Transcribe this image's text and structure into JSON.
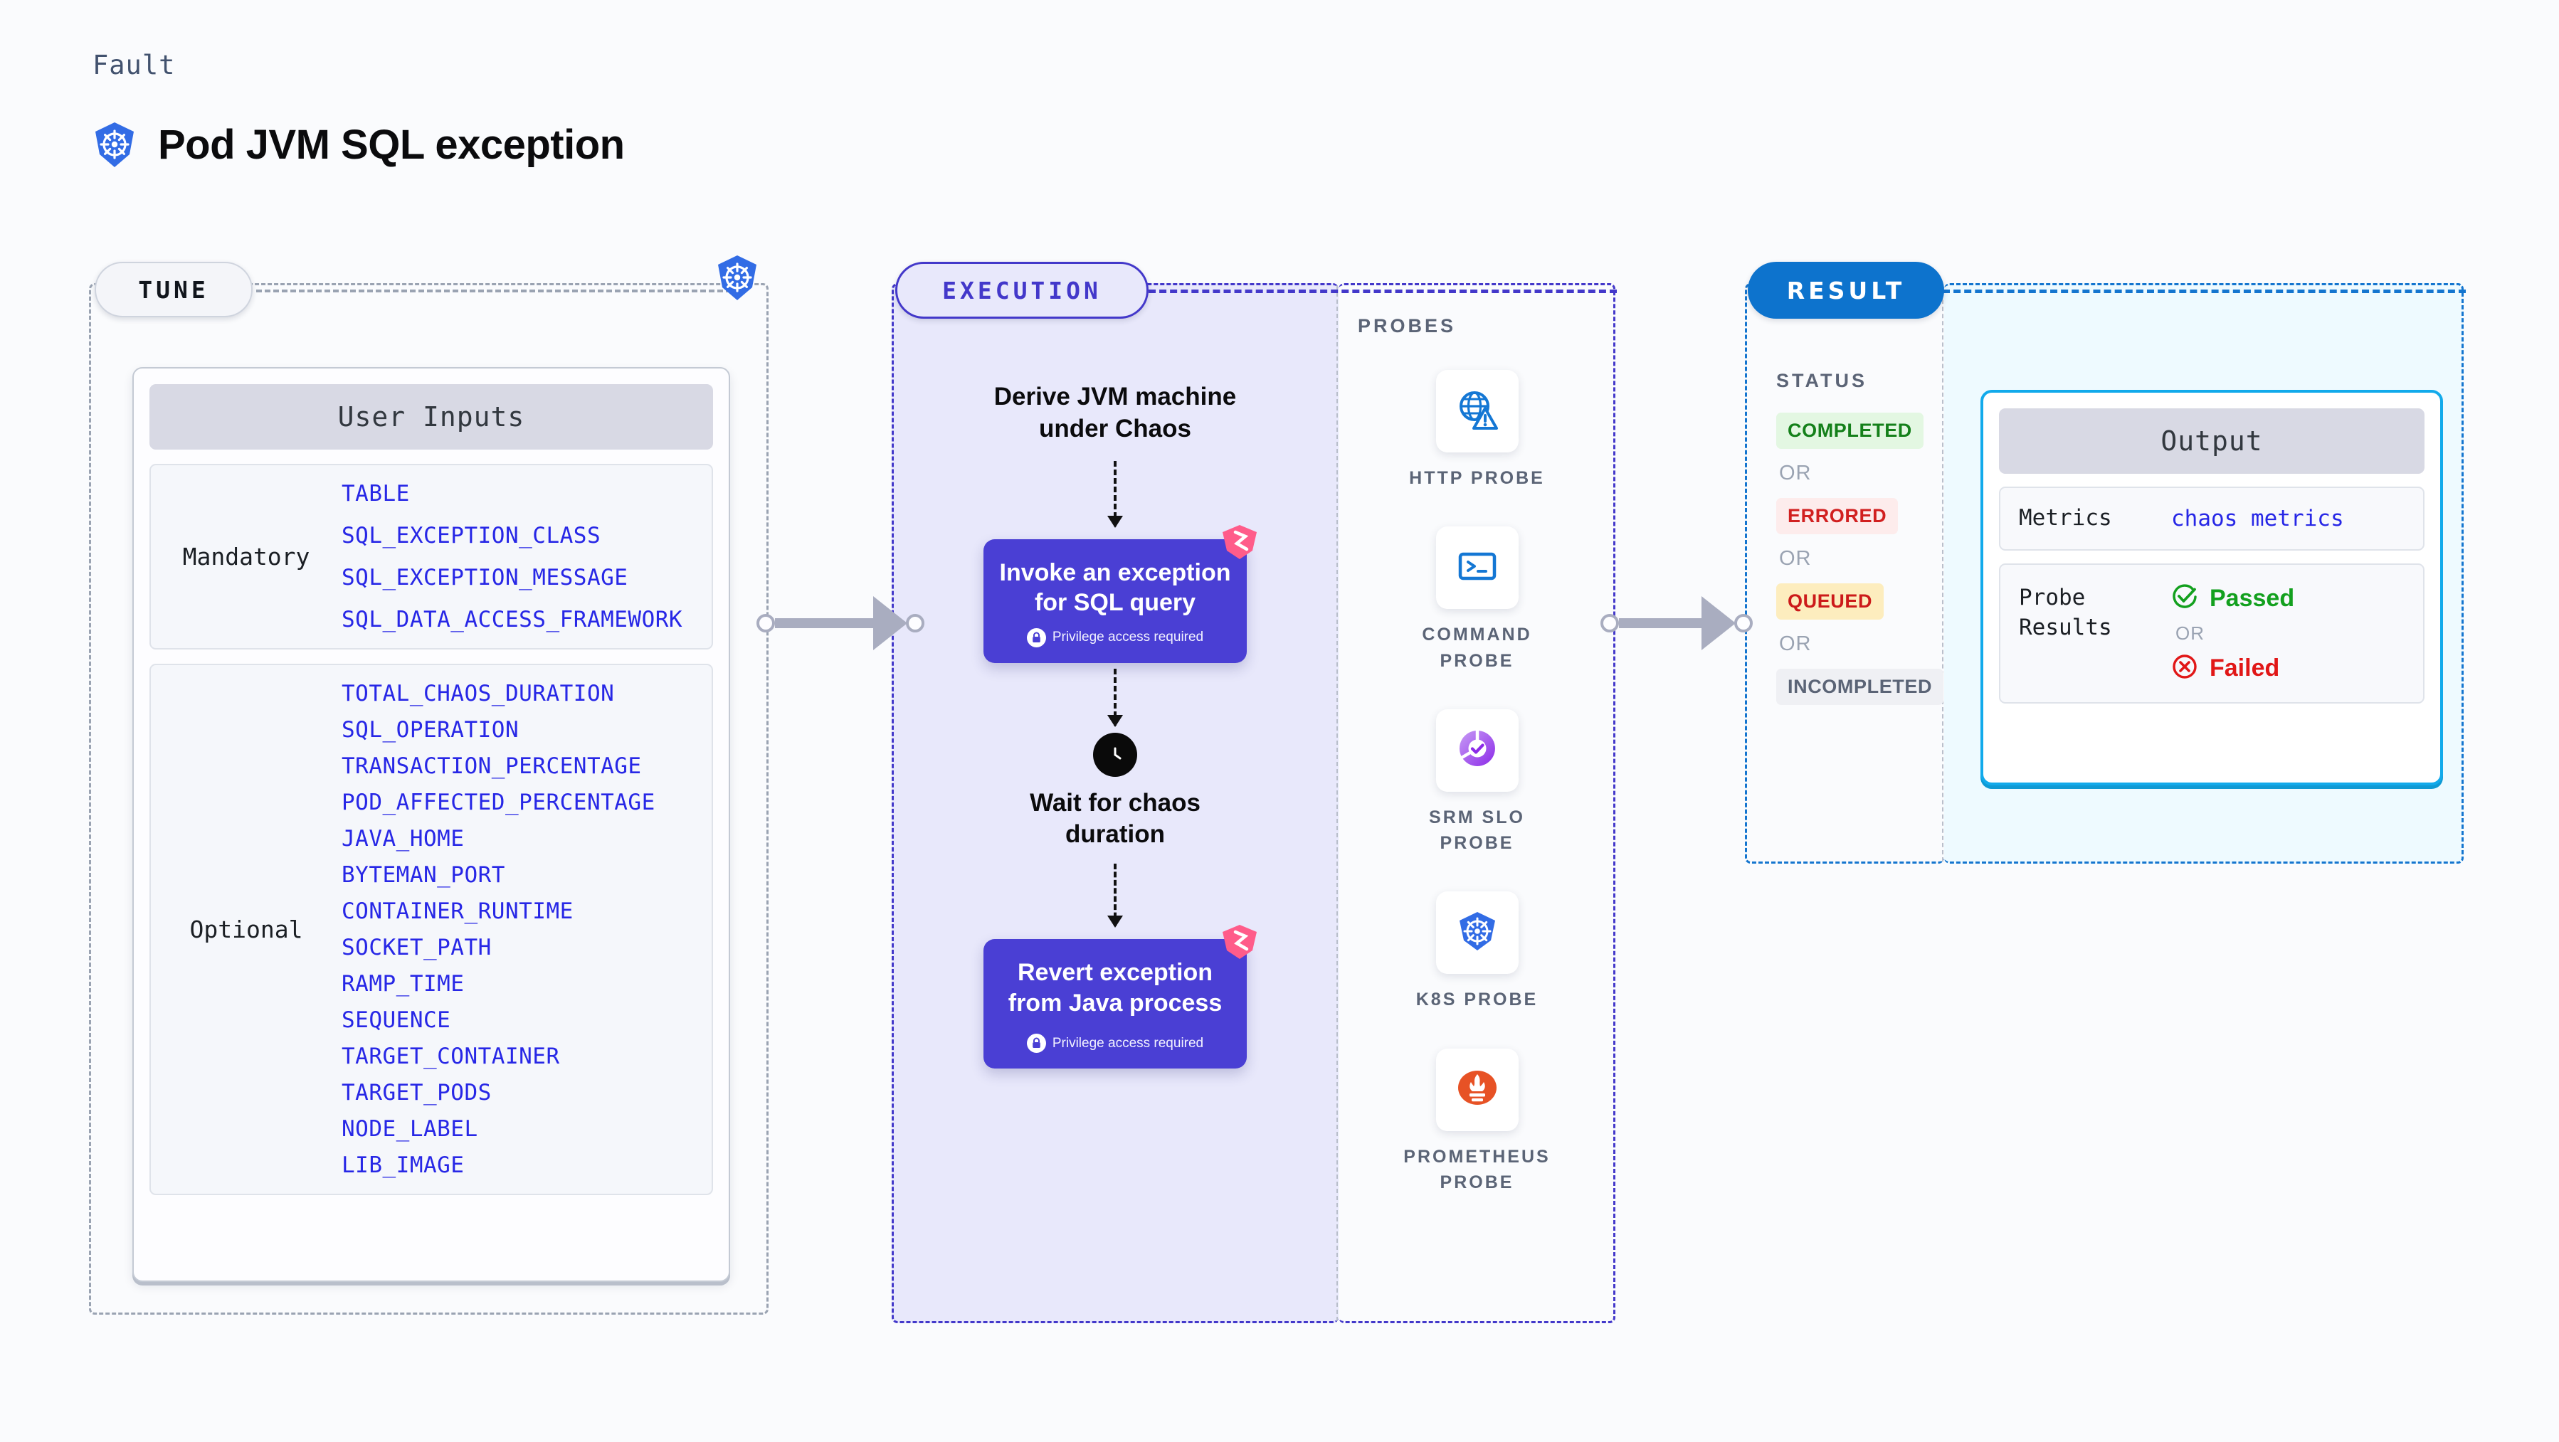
{
  "header": {
    "kicker": "Fault",
    "title": "Pod JVM SQL exception",
    "logo_icon": "kubernetes-icon"
  },
  "tune": {
    "pill_label": "TUNE",
    "card_header": "User Inputs",
    "groups": [
      {
        "label": "Mandatory",
        "params": [
          "TABLE",
          "SQL_EXCEPTION_CLASS",
          "SQL_EXCEPTION_MESSAGE",
          "SQL_DATA_ACCESS_FRAMEWORK"
        ]
      },
      {
        "label": "Optional",
        "params": [
          "TOTAL_CHAOS_DURATION",
          "SQL_OPERATION",
          "TRANSACTION_PERCENTAGE",
          "POD_AFFECTED_PERCENTAGE",
          "JAVA_HOME",
          "BYTEMAN_PORT",
          "CONTAINER_RUNTIME",
          "SOCKET_PATH",
          "RAMP_TIME",
          "SEQUENCE",
          "TARGET_CONTAINER",
          "TARGET_PODS",
          "NODE_LABEL",
          "LIB_IMAGE"
        ]
      }
    ]
  },
  "execution": {
    "pill_label": "EXECUTION",
    "step_derive": "Derive JVM machine\nunder Chaos",
    "card_invoke": {
      "title": "Invoke an exception\nfor SQL query",
      "privilege_note": "Privilege access required"
    },
    "wait_label": "Wait for chaos\nduration",
    "card_revert": {
      "title": "Revert exception\nfrom Java process",
      "privilege_note": "Privilege access required"
    }
  },
  "probes": {
    "title": "PROBES",
    "items": [
      {
        "name": "HTTP  PROBE",
        "icon": "http-probe-icon"
      },
      {
        "name": "COMMAND\nPROBE",
        "icon": "command-probe-icon"
      },
      {
        "name": "SRM  SLO\nPROBE",
        "icon": "srm-slo-probe-icon"
      },
      {
        "name": "K8S  PROBE",
        "icon": "k8s-probe-icon"
      },
      {
        "name": "PROMETHEUS\nPROBE",
        "icon": "prometheus-probe-icon"
      }
    ]
  },
  "result": {
    "pill_label": "RESULT",
    "status_title": "STATUS",
    "or_label": "OR",
    "statuses": [
      {
        "label": "COMPLETED",
        "bg": "#e3f7e2",
        "fg": "#14801a"
      },
      {
        "label": "ERRORED",
        "bg": "#fdecec",
        "fg": "#d12020"
      },
      {
        "label": "QUEUED",
        "bg": "#fdedbe",
        "fg": "#cc1a1a"
      },
      {
        "label": "INCOMPLETED",
        "bg": "#eff0f4",
        "fg": "#5b6476"
      }
    ]
  },
  "output": {
    "card_header": "Output",
    "metrics_key": "Metrics",
    "metrics_value": "chaos metrics",
    "probe_results_key": "Probe\nResults",
    "passed_label": "Passed",
    "failed_label": "Failed",
    "or_label": "OR"
  },
  "colors": {
    "accent_purple": "#4338ca",
    "accent_blue": "#0d73cd",
    "accent_cyan": "#12aaeb",
    "param_blue": "#2727e6",
    "card_purple": "#4a3fd4",
    "harness_pink": "#ff5c8a"
  }
}
